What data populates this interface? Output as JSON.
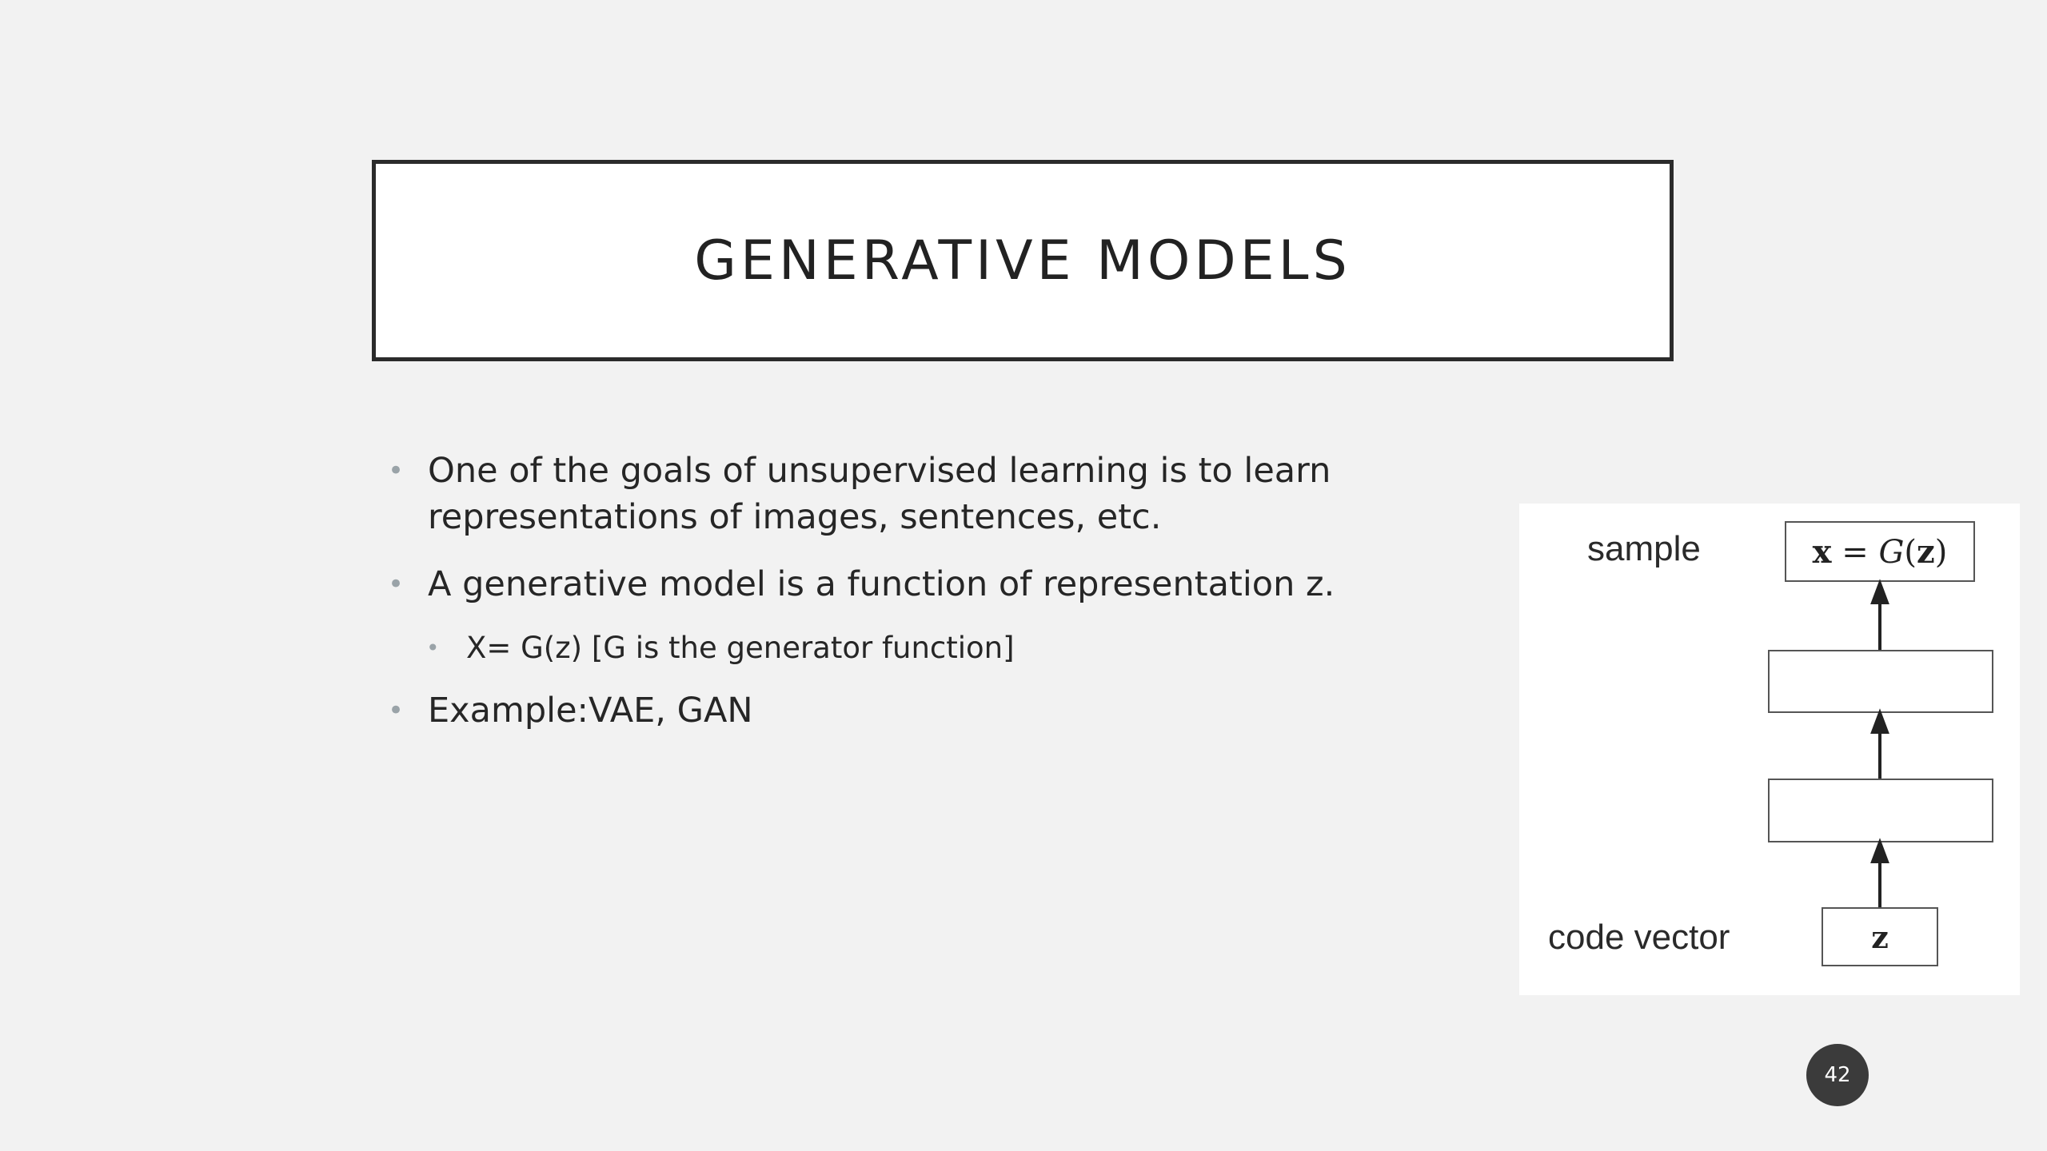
{
  "slide": {
    "title": "GENERATIVE MODELS",
    "bullets": [
      {
        "text": "One of the goals of unsupervised learning is to learn representations of images, sentences, etc."
      },
      {
        "text": "A generative model is a function of representation z."
      },
      {
        "text": "X= G(z) [G is the generator function]"
      },
      {
        "text": "Example:VAE, GAN"
      }
    ],
    "page_number": "42"
  },
  "diagram": {
    "sample_label": "sample",
    "code_vector_label": "code vector",
    "top_box": {
      "x": "x",
      "eq": "=",
      "G": "G",
      "lparen": "(",
      "z": "z",
      "rparen": ")"
    },
    "bottom_box": "z"
  },
  "colors": {
    "background": "#f2f2f2",
    "title_border": "#2b2b2b",
    "bullet_marker": "#9aa3a8",
    "badge": "#3b3b3b"
  }
}
